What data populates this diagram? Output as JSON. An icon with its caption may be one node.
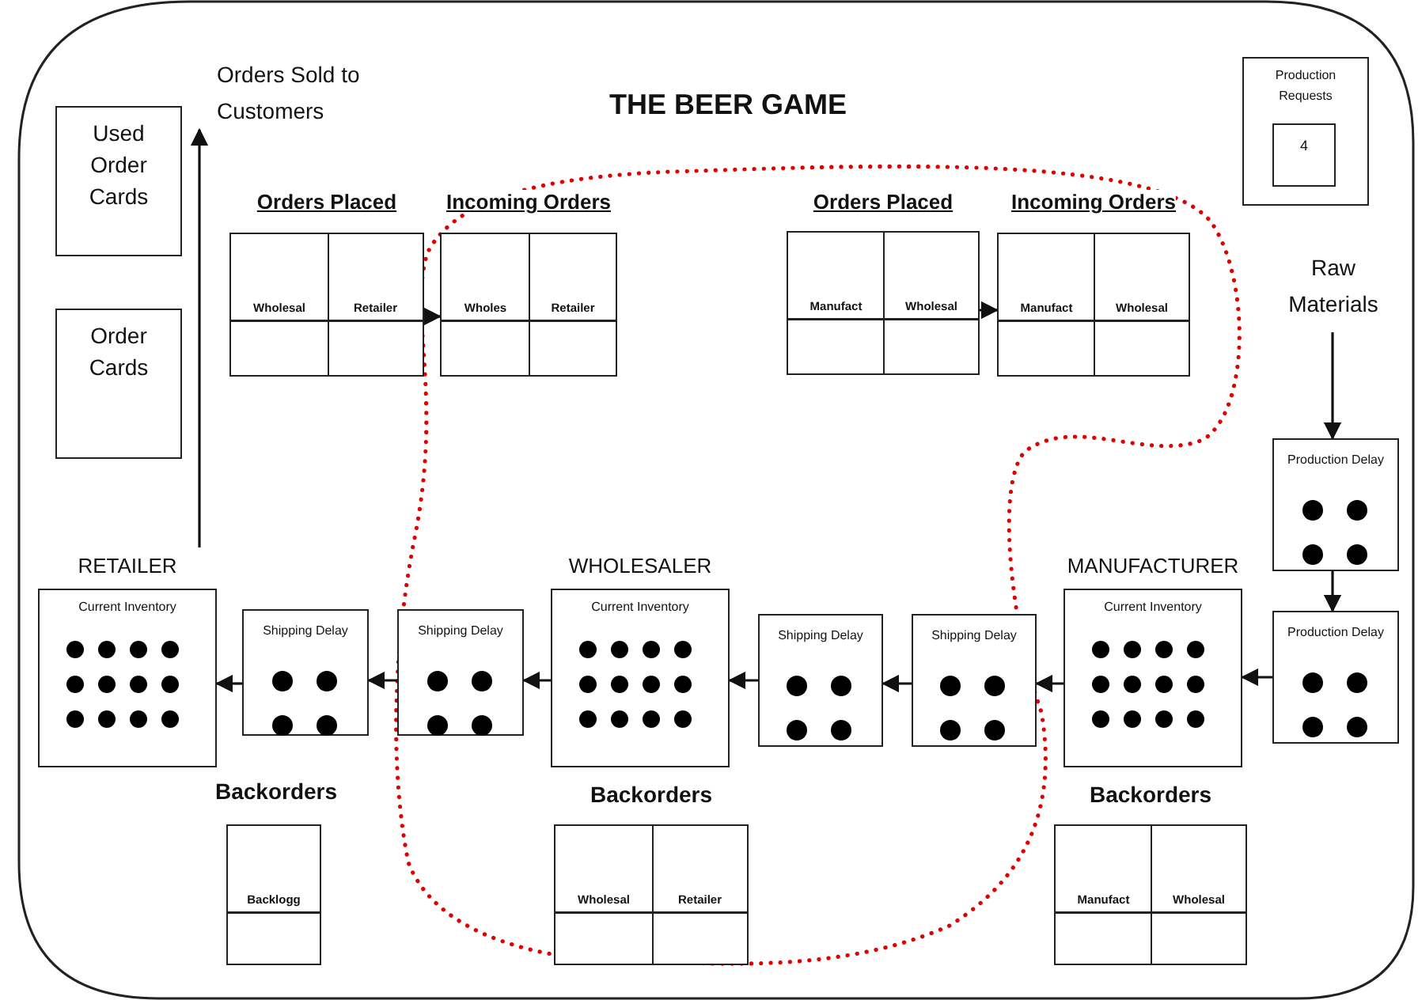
{
  "diagram": {
    "title": "THE BEER GAME",
    "nodes": [
      {
        "text": [
          "Used Order Cards"
        ]
      },
      {
        "text": [
          "Order Cards"
        ]
      },
      {
        "text": [
          "Orders Sold to Customers"
        ]
      },
      {
        "text": [
          "Production Requests"
        ]
      },
      {
        "text": [
          "4"
        ],
        "in": 3
      },
      {
        "text": [
          "Orders Placed",
          "Wholesal",
          "Retailer"
        ]
      },
      {
        "text": [
          "Incoming Orders",
          "Wholes",
          "Retailer"
        ]
      },
      {
        "text": [
          "Orders Placed",
          "Manufact",
          "Wholesal"
        ]
      },
      {
        "text": [
          "Incoming Orders",
          "Manufact",
          "Wholesal"
        ]
      },
      {
        "text": [
          "Raw Materials"
        ]
      },
      {
        "text": [
          "Production Delay"
        ]
      },
      {
        "text": [
          "Production Delay"
        ]
      },
      {
        "text": [
          "RETAILER",
          "Current Inventory"
        ]
      },
      {
        "text": [
          "Shipping Delay"
        ]
      },
      {
        "text": [
          "Shipping Delay"
        ]
      },
      {
        "text": [
          "WHOLESALER",
          "Current Inventory"
        ]
      },
      {
        "text": [
          "Shipping Delay"
        ]
      },
      {
        "text": [
          "Shipping Delay"
        ]
      },
      {
        "text": [
          "MANUFACTURER",
          "Current Inventory"
        ]
      },
      {
        "text": [
          "Backorders",
          "Backlogg"
        ]
      },
      {
        "text": [
          "Backorders",
          "Wholesal",
          "Retailer"
        ]
      },
      {
        "text": [
          "Backorders",
          "Manufact",
          "Wholesal"
        ]
      }
    ],
    "edges": [
      {
        "from": 5,
        "to": 6,
        "arrow": "to"
      },
      {
        "from": 7,
        "to": 8,
        "arrow": "to"
      },
      {
        "from": 9,
        "to": 10,
        "arrow": "to"
      },
      {
        "from": 10,
        "to": 11,
        "arrow": "to"
      },
      {
        "from": 11,
        "to": 18,
        "arrow": "to"
      },
      {
        "from": 18,
        "to": 17,
        "arrow": "to"
      },
      {
        "from": 17,
        "to": 16,
        "arrow": "to"
      },
      {
        "from": 16,
        "to": 15,
        "arrow": "to"
      },
      {
        "from": 15,
        "to": 14,
        "arrow": "to"
      },
      {
        "from": 14,
        "to": 13,
        "arrow": "to"
      },
      {
        "from": 13,
        "to": 12,
        "arrow": "to"
      },
      {
        "from": 12,
        "to": 2,
        "arrow": "to"
      }
    ]
  }
}
